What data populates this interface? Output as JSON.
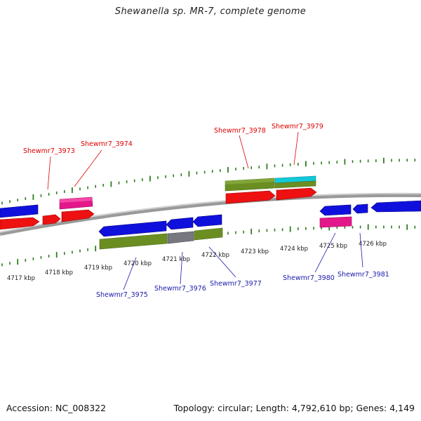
{
  "title": "Shewanella sp. MR-7, complete genome",
  "footer": {
    "accession": "Accession: NC_008322",
    "summary": "Topology: circular; Length: 4,792,610 bp; Genes: 4,149"
  },
  "colors": {
    "forward_label": "#dd0000",
    "reverse_label": "#1a1aaa",
    "tick": "#2e7d1e",
    "backbone": "#8a8a8a"
  },
  "scale_labels": [
    "4717 kbp",
    "4718 kbp",
    "4719 kbp",
    "4720 kbp",
    "4721 kbp",
    "4722 kbp",
    "4723 kbp",
    "4724 kbp",
    "4725 kbp",
    "4726 kbp"
  ],
  "gene_labels": {
    "top": [
      "Shewmr7_3973",
      "Shewmr7_3974",
      "Shewmr7_3978",
      "Shewmr7_3979"
    ],
    "bottom": [
      "Shewmr7_3975",
      "Shewmr7_3976",
      "Shewmr7_3977",
      "Shewmr7_3980",
      "Shewmr7_3981"
    ]
  }
}
